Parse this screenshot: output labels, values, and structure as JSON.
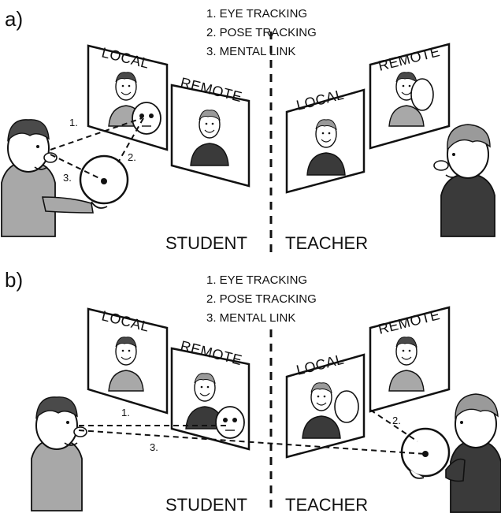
{
  "sections": [
    {
      "letter": "a)",
      "legend": [
        "1. EYE TRACKING",
        "2. POSE TRACKING",
        "3. MENTAL LINK"
      ],
      "student_panels": [
        "LOCAL",
        "REMOTE"
      ],
      "teacher_panels": [
        "LOCAL",
        "REMOTE"
      ],
      "link_labels": [
        "1.",
        "2.",
        "3."
      ],
      "left_role": "STUDENT",
      "right_role": "TEACHER"
    },
    {
      "letter": "b)",
      "legend": [
        "1. EYE TRACKING",
        "2. POSE TRACKING",
        "3. MENTAL LINK"
      ],
      "student_panels": [
        "LOCAL",
        "REMOTE"
      ],
      "teacher_panels": [
        "LOCAL",
        "REMOTE"
      ],
      "link_labels": [
        "1.",
        "2.",
        "3."
      ],
      "left_role": "STUDENT",
      "right_role": "TEACHER"
    }
  ],
  "colors": {
    "ink": "#111111",
    "skin": "#ffffff",
    "shirt_light": "#a8a8a8",
    "shirt_dark": "#3a3a3a",
    "hair_dark": "#4a4a4a",
    "hair_light": "#9a9a9a"
  }
}
